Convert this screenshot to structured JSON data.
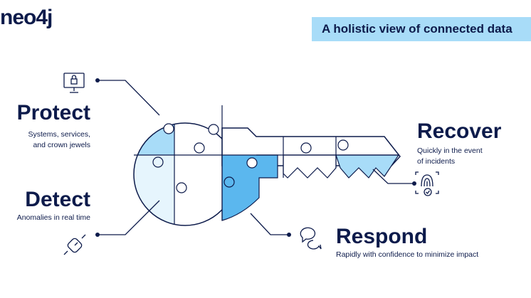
{
  "logo": {
    "text": "neo4j"
  },
  "banner": {
    "text": "A holistic view of connected data"
  },
  "sections": {
    "protect": {
      "title": "Protect",
      "desc1": "Systems, services,",
      "desc2": "and crown jewels",
      "icon": "monitor-lock-icon"
    },
    "detect": {
      "title": "Detect",
      "desc": "Anomalies in real time",
      "icon": "watch-icon"
    },
    "recover": {
      "title": "Recover",
      "desc1": "Quickly in the event",
      "desc2": "of incidents",
      "icon": "fingerprint-icon"
    },
    "respond": {
      "title": "Respond",
      "desc": "Rapidly with confidence to minimize impact",
      "icon": "speech-bubbles-icon"
    }
  },
  "colors": {
    "navy": "#0d1b4b",
    "light_blue": "#a8dcf8",
    "mid_blue": "#5bb7ee",
    "pale_blue": "#e6f5fd"
  }
}
